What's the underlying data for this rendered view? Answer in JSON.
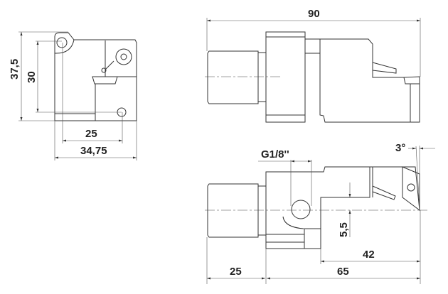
{
  "dimensions": {
    "side_height_total": "37,5",
    "side_height_holes": "30",
    "side_width_holes": "25",
    "side_width_total": "34,75",
    "top_length_total": "90",
    "thread": "G1/8''",
    "angle": "3°",
    "center_offset": "5,5",
    "head_length": "42",
    "shank_length": "25",
    "body_length": "65"
  }
}
